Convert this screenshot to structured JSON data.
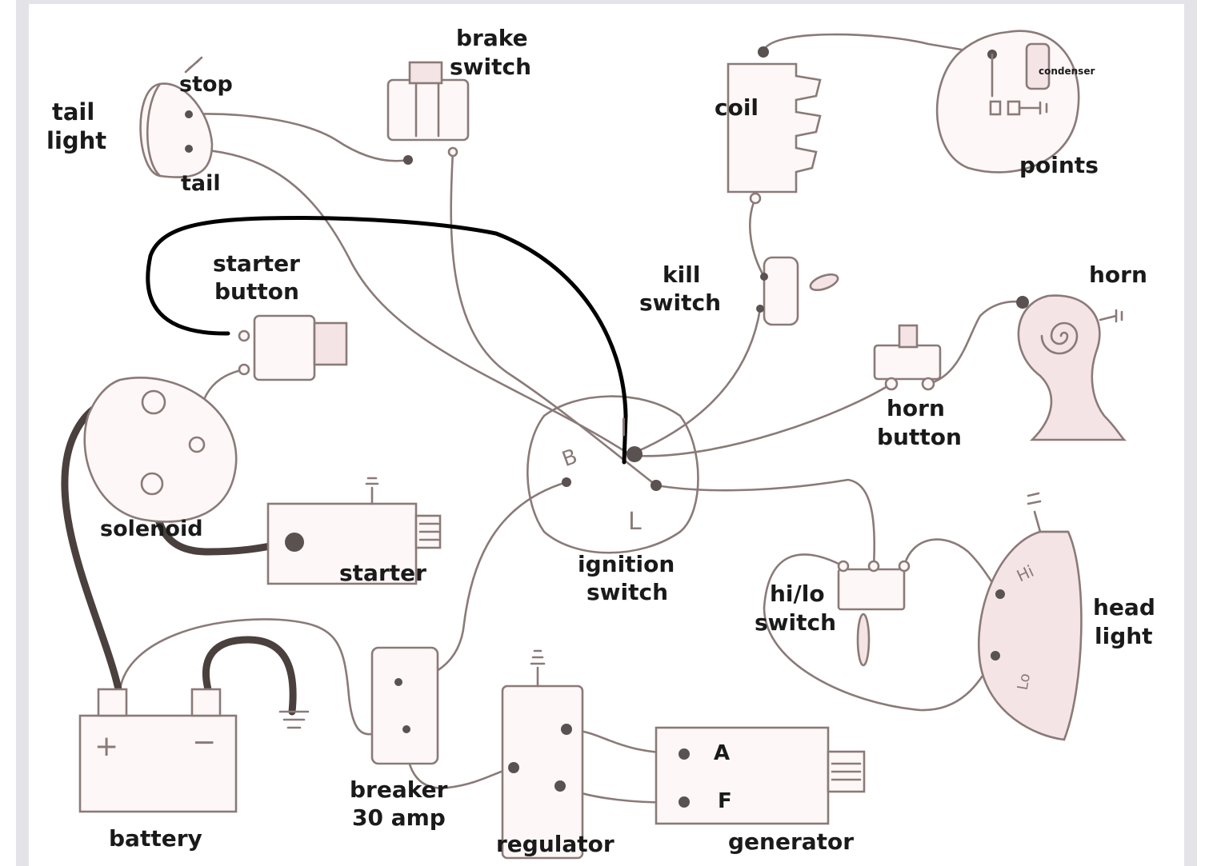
{
  "diagram": {
    "title": "Motorcycle wiring diagram",
    "components": {
      "tail_light": {
        "label_line1": "tail",
        "label_line2": "light",
        "terminal_stop": "stop",
        "terminal_tail": "tail"
      },
      "brake_switch": {
        "label_line1": "brake",
        "label_line2": "switch"
      },
      "coil": {
        "label": "coil"
      },
      "points": {
        "label": "points",
        "condenser": "condenser"
      },
      "starter_button": {
        "label_line1": "starter",
        "label_line2": "button"
      },
      "kill_switch": {
        "label_line1": "kill",
        "label_line2": "switch"
      },
      "horn": {
        "label": "horn"
      },
      "horn_button": {
        "label_line1": "horn",
        "label_line2": "button"
      },
      "solenoid": {
        "label": "solenoid"
      },
      "starter": {
        "label": "starter"
      },
      "ignition_switch": {
        "label_line1": "ignition",
        "label_line2": "switch",
        "terminal_b": "B",
        "terminal_i": "I",
        "terminal_l": "L"
      },
      "hi_lo_switch": {
        "label_line1": "hi/lo",
        "label_line2": "switch"
      },
      "head_light": {
        "label_line1": "head",
        "label_line2": "light",
        "terminal_hi": "Hi",
        "terminal_lo": "Lo"
      },
      "battery": {
        "label": "battery",
        "plus": "+",
        "minus": "−"
      },
      "breaker": {
        "label_line1": "breaker",
        "label_line2": "30 amp"
      },
      "regulator": {
        "label": "regulator"
      },
      "generator": {
        "label": "generator",
        "terminal_a": "A",
        "terminal_f": "F"
      }
    },
    "colors": {
      "wire": "#8a7a78",
      "added_wire": "#000000",
      "heavy_cable": "#4a403e",
      "component_fill": "#f4e4e6"
    }
  }
}
